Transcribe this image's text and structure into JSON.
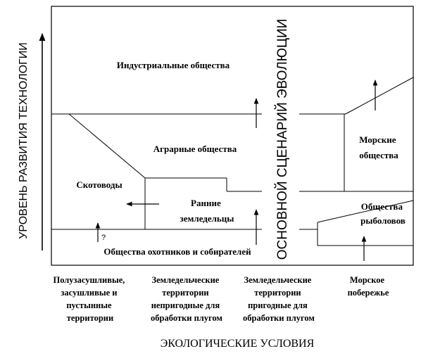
{
  "diagram": {
    "y_axis_label": "УРОВЕНЬ РАЗВИТИЯ ТЕХНОЛОГИИ",
    "x_axis_label": "ЭКОЛОГИЧЕСКИЕ УСЛОВИЯ",
    "center_label": "ОСНОВНОЙ СЦЕНАРИЙ ЭВОЛЮЦИИ",
    "regions": {
      "industrial": "Индустриальные общества",
      "agrarian": "Аграрные общества",
      "pastoralists": "Скотоводы",
      "early_farmers": [
        "Ранние",
        "земледельцы"
      ],
      "hunters": "Общества охотников и собирателей",
      "maritime": [
        "Морские",
        "общества"
      ],
      "fishers": [
        "Общества",
        "рыболовов"
      ],
      "question_mark": "?"
    },
    "columns": [
      [
        "Полузасушливые,",
        "засушливые и",
        "пустынные",
        "территории"
      ],
      [
        "Земледельческие",
        "территории",
        "непригодные для",
        "обработки плугом"
      ],
      [
        "Земледельческие",
        "территории",
        "пригодные для",
        "обработки плугом"
      ],
      [
        "Морское",
        "побережье"
      ]
    ]
  }
}
